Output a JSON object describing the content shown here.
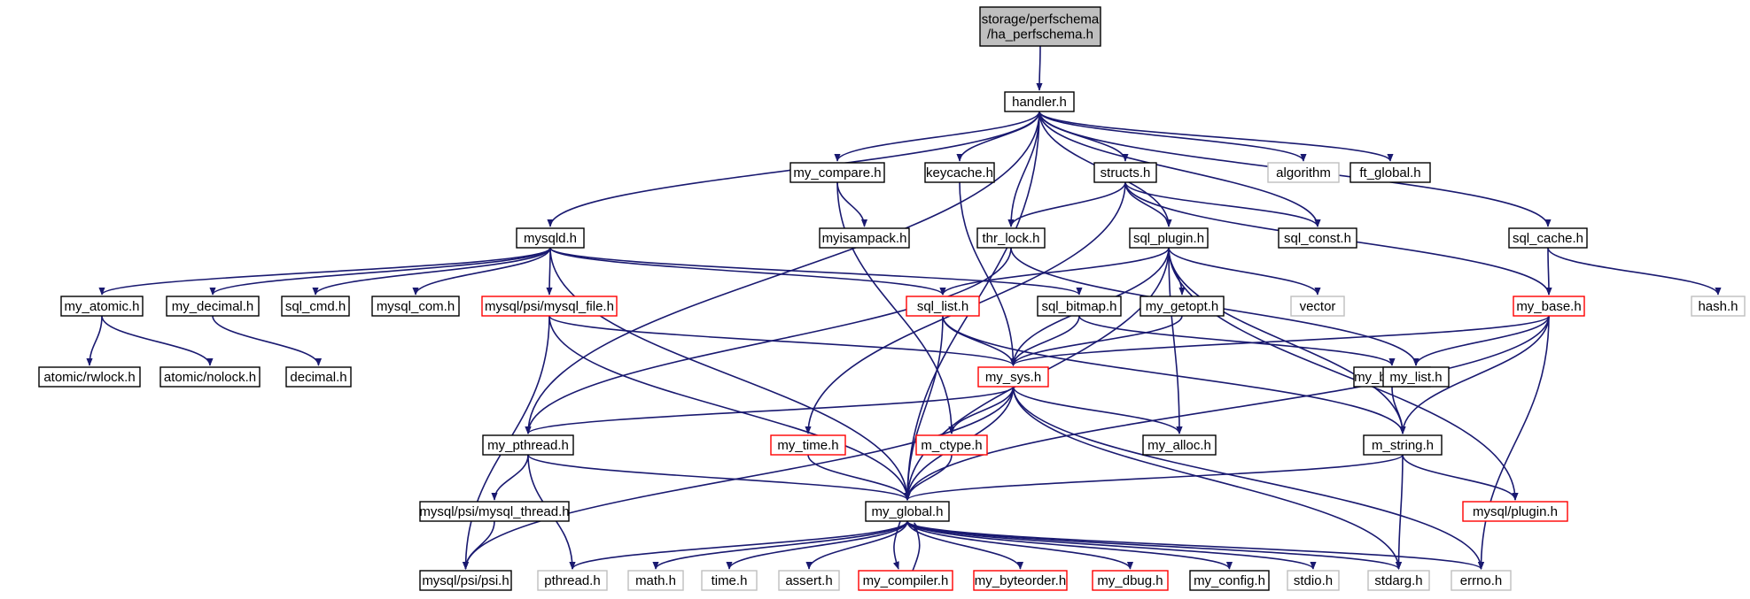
{
  "colors": {
    "edge": "#191970",
    "border_normal": "#000000",
    "border_truncated": "#ff0000",
    "border_external": "#bfbfbf",
    "text_external": "#999999",
    "root_fill": "#bfbfbf",
    "fill": "#ffffff"
  },
  "nodes": [
    {
      "id": "root",
      "label": "storage/perfschema\n/ha_perfschema.h",
      "style": "root"
    },
    {
      "id": "handler",
      "label": "handler.h",
      "style": "normal"
    },
    {
      "id": "my_compare",
      "label": "my_compare.h",
      "style": "normal"
    },
    {
      "id": "keycache",
      "label": "keycache.h",
      "style": "normal"
    },
    {
      "id": "structs",
      "label": "structs.h",
      "style": "normal"
    },
    {
      "id": "algorithm",
      "label": "algorithm",
      "style": "external"
    },
    {
      "id": "ft_global",
      "label": "ft_global.h",
      "style": "normal"
    },
    {
      "id": "mysqld",
      "label": "mysqld.h",
      "style": "normal"
    },
    {
      "id": "myisampack",
      "label": "myisampack.h",
      "style": "normal"
    },
    {
      "id": "thr_lock",
      "label": "thr_lock.h",
      "style": "normal"
    },
    {
      "id": "sql_plugin",
      "label": "sql_plugin.h",
      "style": "normal"
    },
    {
      "id": "sql_const",
      "label": "sql_const.h",
      "style": "normal"
    },
    {
      "id": "sql_cache",
      "label": "sql_cache.h",
      "style": "normal"
    },
    {
      "id": "my_atomic",
      "label": "my_atomic.h",
      "style": "normal"
    },
    {
      "id": "my_decimal",
      "label": "my_decimal.h",
      "style": "normal"
    },
    {
      "id": "sql_cmd",
      "label": "sql_cmd.h",
      "style": "normal"
    },
    {
      "id": "mysql_com",
      "label": "mysql_com.h",
      "style": "normal"
    },
    {
      "id": "mysql_file",
      "label": "mysql/psi/mysql_file.h",
      "style": "truncated"
    },
    {
      "id": "sql_list",
      "label": "sql_list.h",
      "style": "truncated"
    },
    {
      "id": "sql_bitmap",
      "label": "sql_bitmap.h",
      "style": "normal"
    },
    {
      "id": "my_getopt",
      "label": "my_getopt.h",
      "style": "normal"
    },
    {
      "id": "vector",
      "label": "vector",
      "style": "external"
    },
    {
      "id": "my_base",
      "label": "my_base.h",
      "style": "truncated"
    },
    {
      "id": "hash",
      "label": "hash.h",
      "style": "external"
    },
    {
      "id": "atomic_rwlock",
      "label": "atomic/rwlock.h",
      "style": "normal"
    },
    {
      "id": "atomic_nolock",
      "label": "atomic/nolock.h",
      "style": "normal"
    },
    {
      "id": "decimal",
      "label": "decimal.h",
      "style": "normal"
    },
    {
      "id": "my_sys",
      "label": "my_sys.h",
      "style": "truncated"
    },
    {
      "id": "my_bitmap",
      "label": "my_bitmap.h",
      "style": "normal"
    },
    {
      "id": "my_list",
      "label": "my_list.h",
      "style": "normal"
    },
    {
      "id": "my_pthread",
      "label": "my_pthread.h",
      "style": "normal"
    },
    {
      "id": "my_time",
      "label": "my_time.h",
      "style": "truncated"
    },
    {
      "id": "m_ctype",
      "label": "m_ctype.h",
      "style": "truncated"
    },
    {
      "id": "my_alloc",
      "label": "my_alloc.h",
      "style": "normal"
    },
    {
      "id": "m_string",
      "label": "m_string.h",
      "style": "normal"
    },
    {
      "id": "mysql_thread",
      "label": "mysql/psi/mysql_thread.h",
      "style": "normal"
    },
    {
      "id": "my_global",
      "label": "my_global.h",
      "style": "normal"
    },
    {
      "id": "mysql_plugin",
      "label": "mysql/plugin.h",
      "style": "truncated"
    },
    {
      "id": "psi",
      "label": "mysql/psi/psi.h",
      "style": "normal"
    },
    {
      "id": "pthread",
      "label": "pthread.h",
      "style": "external"
    },
    {
      "id": "math",
      "label": "math.h",
      "style": "external"
    },
    {
      "id": "time",
      "label": "time.h",
      "style": "external"
    },
    {
      "id": "assert",
      "label": "assert.h",
      "style": "external"
    },
    {
      "id": "my_compiler",
      "label": "my_compiler.h",
      "style": "truncated"
    },
    {
      "id": "my_byteorder",
      "label": "my_byteorder.h",
      "style": "truncated"
    },
    {
      "id": "my_dbug",
      "label": "my_dbug.h",
      "style": "truncated"
    },
    {
      "id": "my_config",
      "label": "my_config.h",
      "style": "normal"
    },
    {
      "id": "stdio",
      "label": "stdio.h",
      "style": "external"
    },
    {
      "id": "stdarg",
      "label": "stdarg.h",
      "style": "external"
    },
    {
      "id": "errno",
      "label": "errno.h",
      "style": "external"
    }
  ],
  "edges": [
    [
      "root",
      "handler"
    ],
    [
      "handler",
      "my_compare"
    ],
    [
      "handler",
      "keycache"
    ],
    [
      "handler",
      "structs"
    ],
    [
      "handler",
      "algorithm"
    ],
    [
      "handler",
      "ft_global"
    ],
    [
      "handler",
      "mysqld"
    ],
    [
      "handler",
      "thr_lock"
    ],
    [
      "handler",
      "sql_plugin"
    ],
    [
      "handler",
      "sql_const"
    ],
    [
      "handler",
      "sql_cache"
    ],
    [
      "handler",
      "my_global"
    ],
    [
      "handler",
      "my_pthread"
    ],
    [
      "my_compare",
      "myisampack"
    ],
    [
      "my_compare",
      "m_ctype"
    ],
    [
      "keycache",
      "my_sys"
    ],
    [
      "structs",
      "thr_lock"
    ],
    [
      "structs",
      "sql_plugin"
    ],
    [
      "structs",
      "sql_const"
    ],
    [
      "structs",
      "my_time"
    ],
    [
      "structs",
      "my_base"
    ],
    [
      "mysqld",
      "my_atomic"
    ],
    [
      "mysqld",
      "my_decimal"
    ],
    [
      "mysqld",
      "sql_cmd"
    ],
    [
      "mysqld",
      "mysql_com"
    ],
    [
      "mysqld",
      "mysql_file"
    ],
    [
      "mysqld",
      "sql_list"
    ],
    [
      "mysqld",
      "sql_bitmap"
    ],
    [
      "mysqld",
      "my_global"
    ],
    [
      "thr_lock",
      "my_pthread"
    ],
    [
      "thr_lock",
      "my_list"
    ],
    [
      "sql_plugin",
      "sql_list"
    ],
    [
      "sql_plugin",
      "my_getopt"
    ],
    [
      "sql_plugin",
      "vector"
    ],
    [
      "sql_plugin",
      "my_sys"
    ],
    [
      "sql_plugin",
      "my_alloc"
    ],
    [
      "sql_plugin",
      "m_string"
    ],
    [
      "sql_plugin",
      "mysql_plugin"
    ],
    [
      "sql_plugin",
      "my_global"
    ],
    [
      "sql_cache",
      "my_base"
    ],
    [
      "sql_cache",
      "hash"
    ],
    [
      "my_atomic",
      "atomic_rwlock"
    ],
    [
      "my_atomic",
      "atomic_nolock"
    ],
    [
      "my_decimal",
      "decimal"
    ],
    [
      "mysql_file",
      "my_sys"
    ],
    [
      "mysql_file",
      "psi"
    ],
    [
      "mysql_file",
      "my_global"
    ],
    [
      "sql_list",
      "my_sys"
    ],
    [
      "sql_list",
      "my_global"
    ],
    [
      "sql_list",
      "m_string"
    ],
    [
      "sql_bitmap",
      "my_sys"
    ],
    [
      "sql_bitmap",
      "my_bitmap"
    ],
    [
      "my_getopt",
      "my_sys"
    ],
    [
      "my_base",
      "my_sys"
    ],
    [
      "my_base",
      "my_list"
    ],
    [
      "my_base",
      "m_string"
    ],
    [
      "my_base",
      "my_global"
    ],
    [
      "my_base",
      "errno"
    ],
    [
      "my_sys",
      "my_pthread"
    ],
    [
      "my_sys",
      "m_ctype"
    ],
    [
      "my_sys",
      "my_alloc"
    ],
    [
      "my_sys",
      "my_global"
    ],
    [
      "my_sys",
      "psi"
    ],
    [
      "my_sys",
      "stdarg"
    ],
    [
      "my_sys",
      "errno"
    ],
    [
      "my_bitmap",
      "m_string"
    ],
    [
      "my_pthread",
      "mysql_thread"
    ],
    [
      "my_pthread",
      "pthread"
    ],
    [
      "my_pthread",
      "my_global"
    ],
    [
      "my_time",
      "my_global"
    ],
    [
      "m_ctype",
      "my_global"
    ],
    [
      "m_string",
      "my_global"
    ],
    [
      "m_string",
      "mysql_plugin"
    ],
    [
      "m_string",
      "stdarg"
    ],
    [
      "mysql_thread",
      "psi"
    ],
    [
      "my_global",
      "pthread"
    ],
    [
      "my_global",
      "math"
    ],
    [
      "my_global",
      "time"
    ],
    [
      "my_global",
      "assert"
    ],
    [
      "my_global",
      "my_compiler"
    ],
    [
      "my_global",
      "my_byteorder"
    ],
    [
      "my_global",
      "my_dbug"
    ],
    [
      "my_global",
      "my_config"
    ],
    [
      "my_global",
      "stdio"
    ],
    [
      "my_global",
      "stdarg"
    ],
    [
      "my_global",
      "errno"
    ],
    [
      "my_compiler",
      "my_global"
    ]
  ]
}
